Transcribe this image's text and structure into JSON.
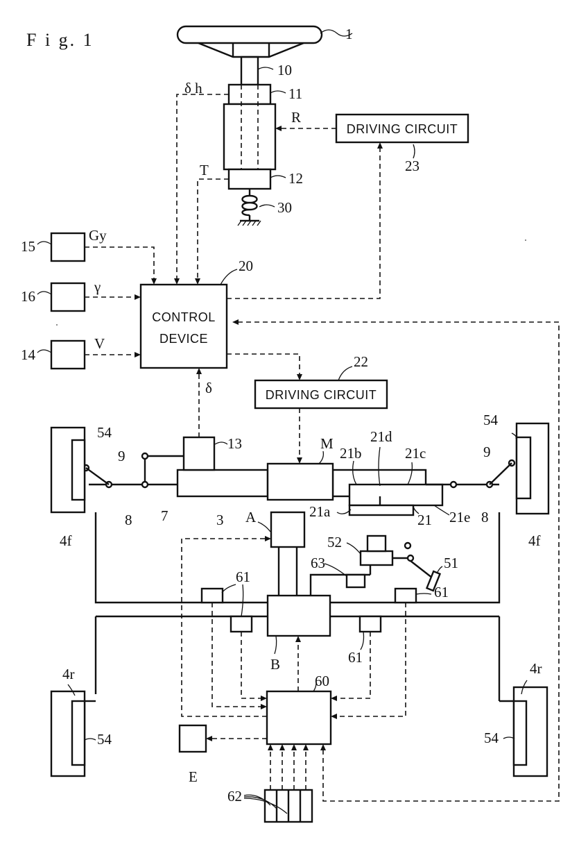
{
  "figure_title": "F i g.  1",
  "boxes": {
    "driving_circuit_top": "DRIVING CIRCUIT",
    "driving_circuit_mid": "DRIVING CIRCUIT",
    "control_device_line1": "CONTROL",
    "control_device_line2": "DEVICE"
  },
  "labels": {
    "l1": "1",
    "l10": "10",
    "l11": "11",
    "lR": "R",
    "l12": "12",
    "l30": "30",
    "l23": "23",
    "ldh": "δ h",
    "lT": "T",
    "lGy": "Gy",
    "lgamma": "γ",
    "lV": "V",
    "l15": "15",
    "l16": "16",
    "l14": "14",
    "l20": "20",
    "l22": "22",
    "ldelta": "δ",
    "l13": "13",
    "lM": "M",
    "l21d": "21d",
    "l21b": "21b",
    "l21c": "21c",
    "l21a": "21a",
    "l21": "21",
    "l21e": "21e",
    "l54_left": "54",
    "l54_right": "54",
    "l9_left": "9",
    "l9_right": "9",
    "l8_left": "8",
    "l8_right": "8",
    "l7": "7",
    "l3": "3",
    "l4f_left": "4f",
    "l4f_right": "4f",
    "lA": "A",
    "l52": "52",
    "l51": "51",
    "l63": "63",
    "l61_a": "61",
    "l61_b": "61",
    "l61_c": "61",
    "lB": "B",
    "l60": "60",
    "l4r_left": "4r",
    "l4r_right": "4r",
    "l54_rl": "54",
    "l54_rr": "54",
    "lE": "E",
    "l62": "62"
  }
}
